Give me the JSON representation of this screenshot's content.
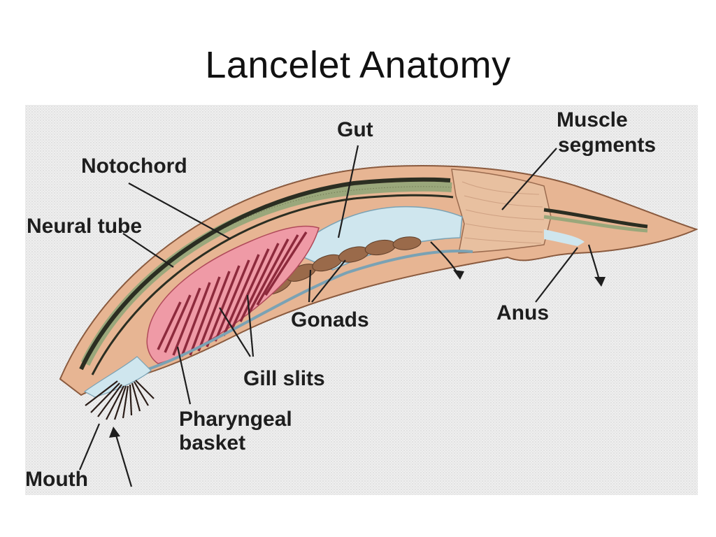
{
  "slide": {
    "title": "Lancelet Anatomy"
  },
  "labels": {
    "gut": "Gut",
    "muscle_segments_line1": "Muscle",
    "muscle_segments_line2": "segments",
    "notochord": "Notochord",
    "neural_tube": "Neural tube",
    "gonads": "Gonads",
    "anus": "Anus",
    "gill_slits": "Gill slits",
    "pharyngeal_basket_line1": "Pharyngeal",
    "pharyngeal_basket_line2": "basket",
    "mouth": "Mouth"
  },
  "colors": {
    "body_skin": "#e7b593",
    "body_outline": "#8a5a3e",
    "muscle": "#e8c0a0",
    "notochord": "#2b2e22",
    "neural_stripe": "#9aa77b",
    "gut": "#cfe6ee",
    "gonads": "#9a6a4a",
    "pharynx": "#ef9aa6",
    "gill_bars": "#8d2a3c",
    "leader_lines": "#1e1e1e"
  }
}
